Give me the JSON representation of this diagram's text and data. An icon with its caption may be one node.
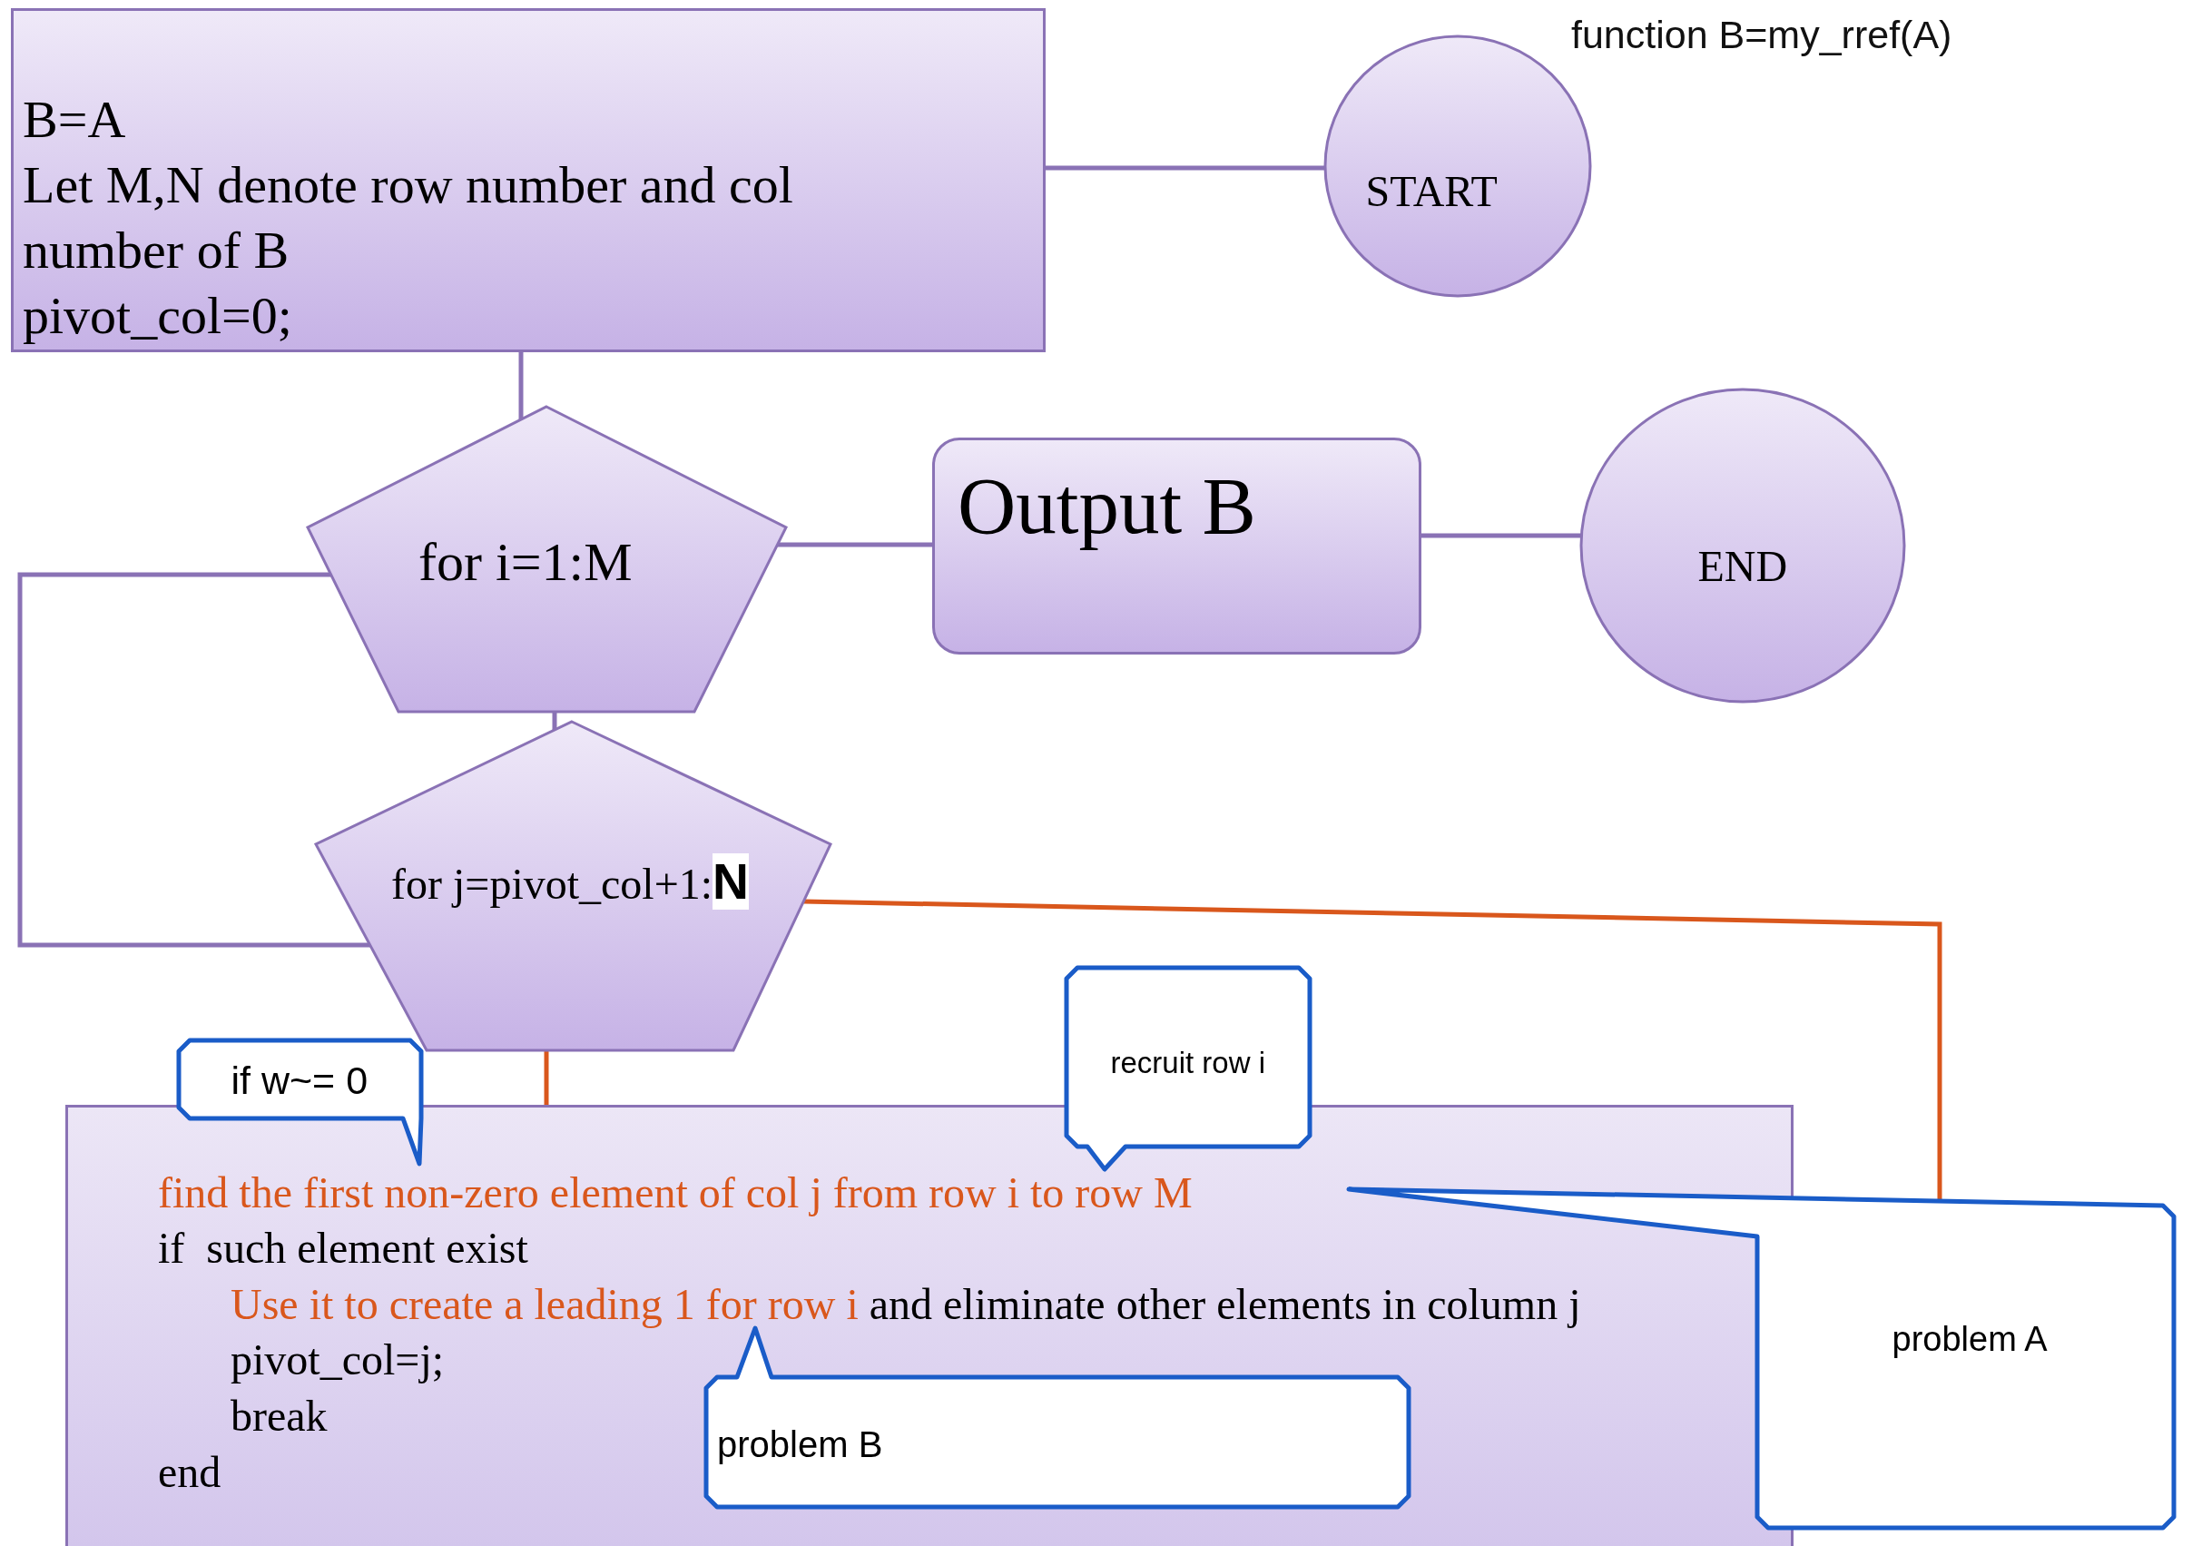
{
  "diagram": {
    "title": "function B=my_rref(A)",
    "nodes": [
      {
        "text": [
          "B=A",
          "Let M,N denote row number and col number of B",
          "pivot_col=0;"
        ]
      },
      {
        "text": [
          "START"
        ]
      },
      {
        "text": [
          "for i=1:M"
        ]
      },
      {
        "text": [
          "Output B"
        ]
      },
      {
        "text": [
          "END"
        ]
      },
      {
        "text": [
          "for j=pivot_col+1:**N**"
        ]
      },
      {
        "text": [
          "recruit row i"
        ]
      },
      {
        "text": [
          "if w~= 0"
        ]
      },
      {
        "text": [
          "find the first non-zero element of col j from row i to row M",
          "if  such element exist",
          "*Use it to create a leading 1 for row i* and eliminate other elements in column j",
          "pivot_col=j;",
          "break",
          "end"
        ]
      },
      {
        "text": [
          "problem A"
        ]
      },
      {
        "text": [
          "problem B"
        ],
        "in": 8
      }
    ],
    "edges": [
      {
        "from": 0,
        "to": 1,
        "arrow": "none"
      },
      {
        "from": 0,
        "to": 2,
        "arrow": "none"
      },
      {
        "from": 2,
        "to": 3,
        "arrow": "none"
      },
      {
        "from": 3,
        "to": 4,
        "arrow": "none"
      },
      {
        "from": 2,
        "to": 5,
        "arrow": "none"
      },
      {
        "from": 5,
        "to": 2,
        "arrow": "none"
      },
      {
        "from": 5,
        "to": 9,
        "arrow": "none",
        "color": "#d9571c"
      },
      {
        "from": 5,
        "to": 8,
        "arrow": "none",
        "color": "#d9571c"
      }
    ]
  }
}
